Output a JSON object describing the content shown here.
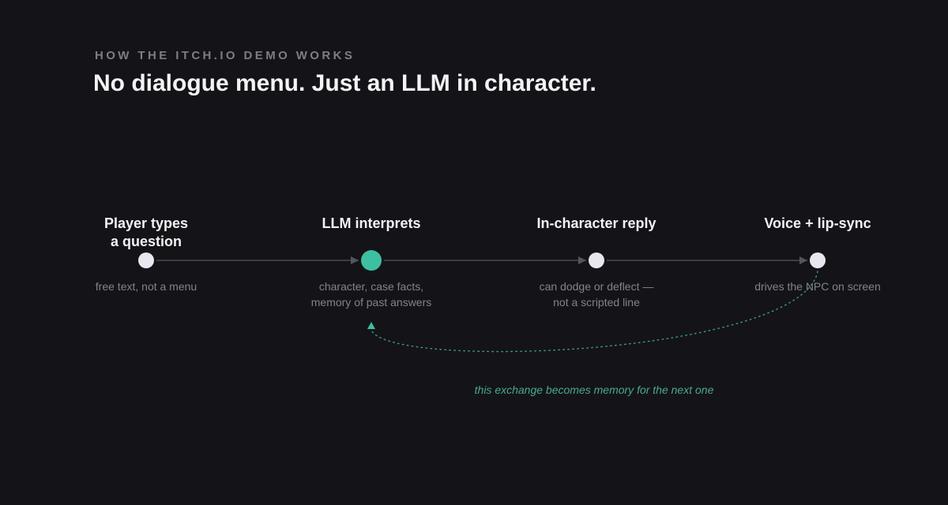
{
  "header": {
    "eyebrow": "HOW THE ITCH.IO DEMO WORKS",
    "title": "No dialogue menu. Just an LLM in character."
  },
  "steps": [
    {
      "title_lines": [
        "Player types",
        "a question"
      ],
      "desc_lines": [
        "free text, not a menu"
      ],
      "highlight": false
    },
    {
      "title_lines": [
        "LLM interprets"
      ],
      "desc_lines": [
        "character, case facts,",
        "memory of past answers"
      ],
      "highlight": true
    },
    {
      "title_lines": [
        "In-character reply"
      ],
      "desc_lines": [
        "can dodge or deflect —",
        "not a scripted line"
      ],
      "highlight": false
    },
    {
      "title_lines": [
        "Voice + lip-sync"
      ],
      "desc_lines": [
        "drives the NPC on screen"
      ],
      "highlight": false
    }
  ],
  "loop": {
    "label": "this exchange becomes memory for the next one",
    "from_step": 3,
    "to_step": 1
  },
  "colors": {
    "background": "#141418",
    "node": "#e8e6ee",
    "accent": "#3dbfa2",
    "connector": "#4a4a55",
    "loop": "#3e9a86"
  }
}
